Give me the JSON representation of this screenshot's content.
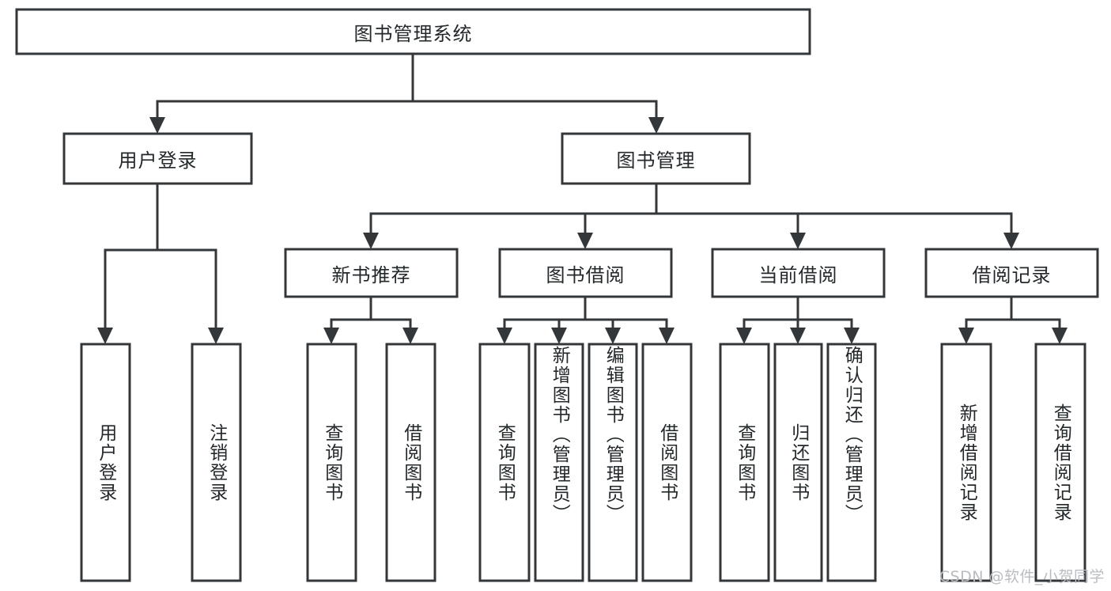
{
  "diagram": {
    "type": "hierarchy-tree",
    "title": "图书管理系统",
    "root": {
      "id": "root",
      "label": "图书管理系统"
    },
    "level2": [
      {
        "id": "user-login",
        "label": "用户登录"
      },
      {
        "id": "book-manage",
        "label": "图书管理"
      }
    ],
    "level3": [
      {
        "id": "new-book-rec",
        "label": "新书推荐",
        "parent": "book-manage"
      },
      {
        "id": "book-borrow",
        "label": "图书借阅",
        "parent": "book-manage"
      },
      {
        "id": "current-borrow",
        "label": "当前借阅",
        "parent": "book-manage"
      },
      {
        "id": "borrow-record",
        "label": "借阅记录",
        "parent": "book-manage"
      }
    ],
    "leaves": [
      {
        "id": "leaf-user-login",
        "label": "用户登录",
        "parent": "user-login"
      },
      {
        "id": "leaf-logout",
        "label": "注销登录",
        "parent": "user-login"
      },
      {
        "id": "leaf-query-book-1",
        "label": "查询图书",
        "parent": "new-book-rec"
      },
      {
        "id": "leaf-borrow-book-1",
        "label": "借阅图书",
        "parent": "new-book-rec"
      },
      {
        "id": "leaf-query-book-2",
        "label": "查询图书",
        "parent": "book-borrow"
      },
      {
        "id": "leaf-add-book",
        "label": "新增图书（管理员）",
        "parent": "book-borrow"
      },
      {
        "id": "leaf-edit-book",
        "label": "编辑图书（管理员）",
        "parent": "book-borrow"
      },
      {
        "id": "leaf-borrow-book-2",
        "label": "借阅图书",
        "parent": "book-borrow"
      },
      {
        "id": "leaf-query-book-3",
        "label": "查询图书",
        "parent": "current-borrow"
      },
      {
        "id": "leaf-return-book",
        "label": "归还图书",
        "parent": "current-borrow"
      },
      {
        "id": "leaf-confirm-return",
        "label": "确认归还（管理员）",
        "parent": "current-borrow"
      },
      {
        "id": "leaf-add-record",
        "label": "新增借阅记录",
        "parent": "borrow-record"
      },
      {
        "id": "leaf-query-record",
        "label": "查询借阅记录",
        "parent": "borrow-record"
      }
    ],
    "colors": {
      "box_stroke": "#33373a",
      "box_fill": "#ffffff",
      "text": "#23282b",
      "connector": "#33373a",
      "watermark": "#b9bcc0",
      "background": "#ffffff"
    }
  },
  "watermark": {
    "text": "CSDN @软件_小贺同学"
  }
}
